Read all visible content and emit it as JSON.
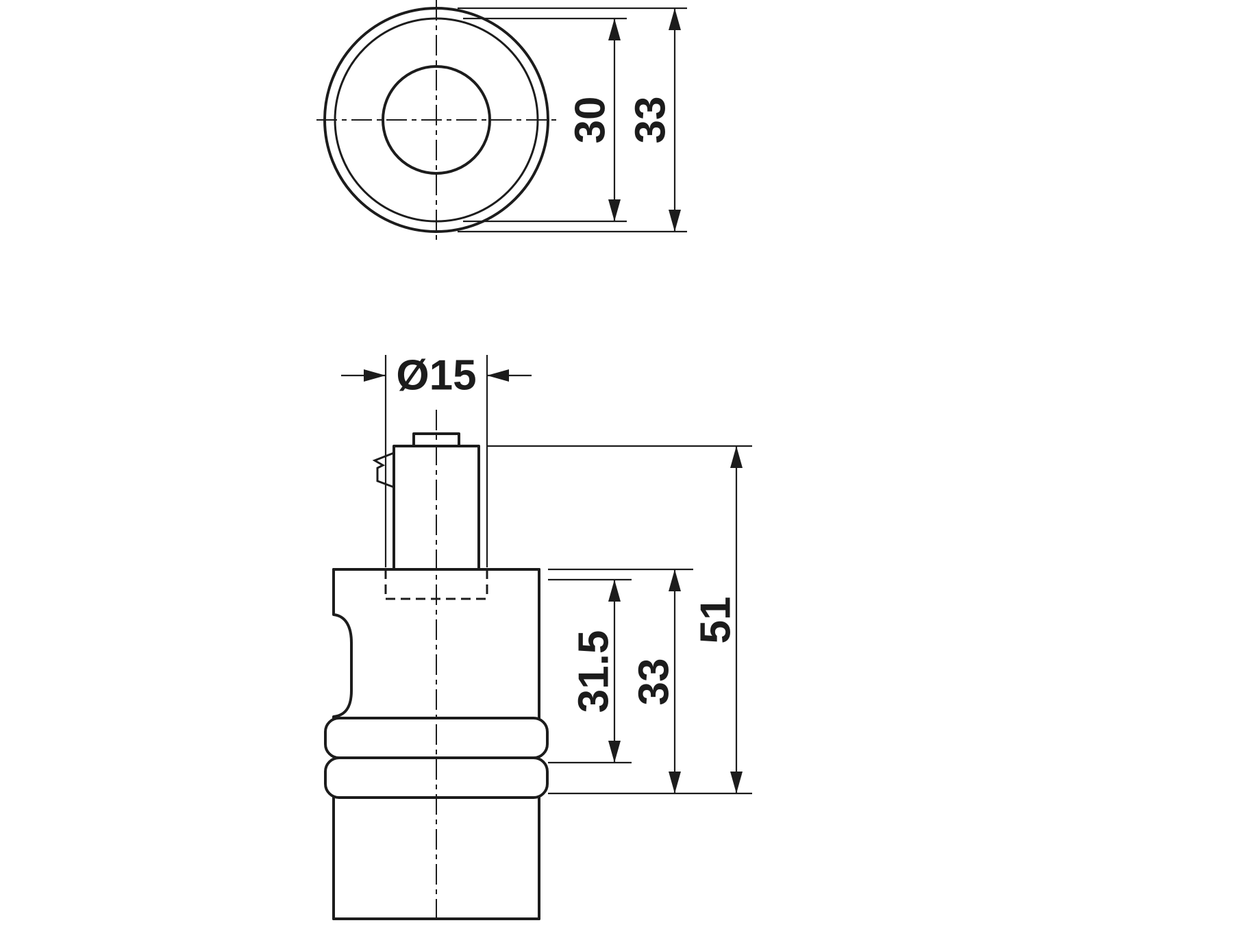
{
  "colors": {
    "line": "#1c1c1c",
    "background": "#ffffff"
  },
  "top_view": {
    "dim_ring_diameter": "30",
    "dim_outer_diameter": "33"
  },
  "side_view": {
    "dim_spigot_diameter": "Ø15",
    "dim_inset_depth": "31.5",
    "dim_body_height": "33",
    "dim_overall_height": "51"
  }
}
